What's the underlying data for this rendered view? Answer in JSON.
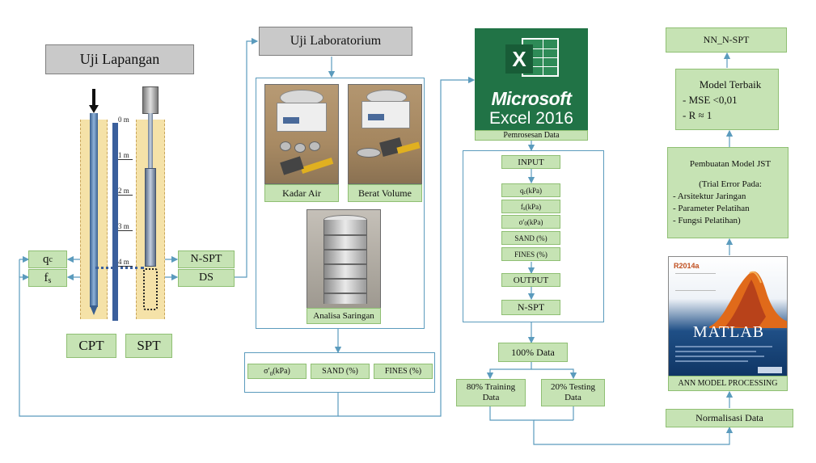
{
  "field": {
    "title": "Uji Lapangan",
    "depths": [
      "0 m",
      "1 m",
      "2 m",
      "3 m",
      "4 m"
    ],
    "cpt_label": "CPT",
    "spt_label": "SPT",
    "qc": "q",
    "qc_sub": "c",
    "fs": "f",
    "fs_sub": "s",
    "nspt": "N-SPT",
    "ds": "DS"
  },
  "lab": {
    "title": "Uji Laboratorium",
    "kadar_air": "Kadar Air",
    "berat_volume": "Berat Volume",
    "analisa_saringan": "Analisa Saringan",
    "sigma_main": "σ",
    "sigma_prime": "′",
    "sigma_sub": "0",
    "sigma_unit": " (kPa)",
    "sand": "SAND (%)",
    "fines": "FINES (%)"
  },
  "excel": {
    "brand": "Microsoft",
    "product": "Excel 2016",
    "icon_letter": "X",
    "caption": "Pemrosesan Data"
  },
  "process": {
    "input": "INPUT",
    "qc": "q",
    "qc_sub": "c",
    "qc_unit": " (kPa)",
    "fs": "f",
    "fs_sub": "s",
    "fs_unit": " (kPa)",
    "sigma_main": "σ",
    "sigma_prime": "′",
    "sigma_sub": "0",
    "sigma_unit": " (kPa)",
    "sand": "SAND (%)",
    "fines": "FINES (%)",
    "output": "OUTPUT",
    "nspt": "N-SPT",
    "data100": "100% Data",
    "train_line1": "80% Training",
    "train_line2": "Data",
    "test_line1": "20% Testing",
    "test_line2": "Data"
  },
  "ann": {
    "nn_nspt": "NN_N-SPT",
    "best_title": "Model Terbaik",
    "best_mse": "-  MSE <0,01",
    "best_r": "-  R ≈ 1",
    "jst_title": "Pembuatan Model JST",
    "jst_trial": "(Trial Error Pada:",
    "jst_item1": "- Arsitektur Jaringan",
    "jst_item2": "- Parameter Pelatihan",
    "jst_item3": "- Fungsi Pelatihan)",
    "matlab_version": "R2014a",
    "matlab_name": "MATLAB",
    "matlab_caption": "ANN MODEL  PROCESSING",
    "normalisasi": "Normalisasi  Data"
  }
}
